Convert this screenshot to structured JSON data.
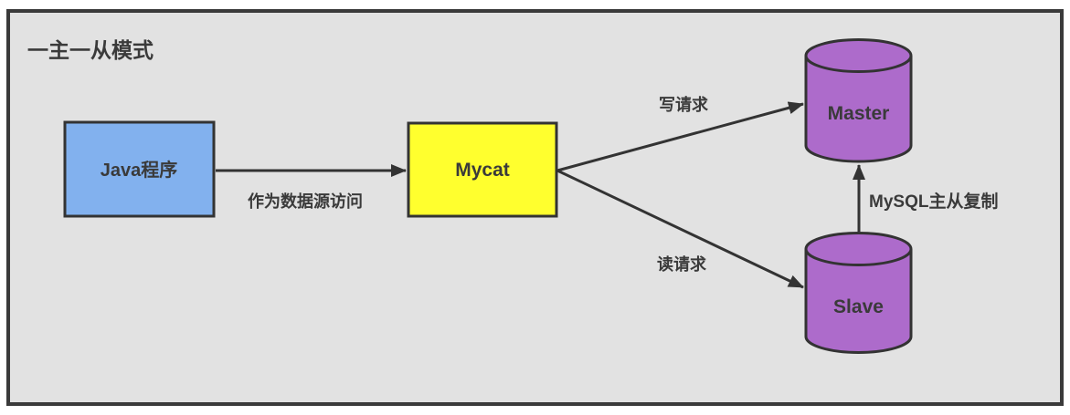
{
  "diagram": {
    "title": "一主一从模式",
    "nodes": {
      "java": {
        "label": "Java程序",
        "shape": "rectangle",
        "fill": "#82b1ee"
      },
      "mycat": {
        "label": "Mycat",
        "shape": "rectangle",
        "fill": "#ffff2e"
      },
      "master": {
        "label": "Master",
        "shape": "cylinder",
        "fill": "#ad6bcb"
      },
      "slave": {
        "label": "Slave",
        "shape": "cylinder",
        "fill": "#ad6bcb"
      }
    },
    "edges": [
      {
        "from": "java",
        "to": "mycat",
        "label": "作为数据源访问"
      },
      {
        "from": "mycat",
        "to": "master",
        "label": "写请求"
      },
      {
        "from": "mycat",
        "to": "slave",
        "label": "读请求"
      },
      {
        "from": "slave",
        "to": "master",
        "label": "MySQL主从复制"
      }
    ],
    "colors": {
      "canvas_background": "#e2e2e2",
      "outer_border": "#3a3a3a",
      "shape_stroke": "#333333",
      "text": "#3a3a3a",
      "page_background": "#ffffff"
    }
  }
}
